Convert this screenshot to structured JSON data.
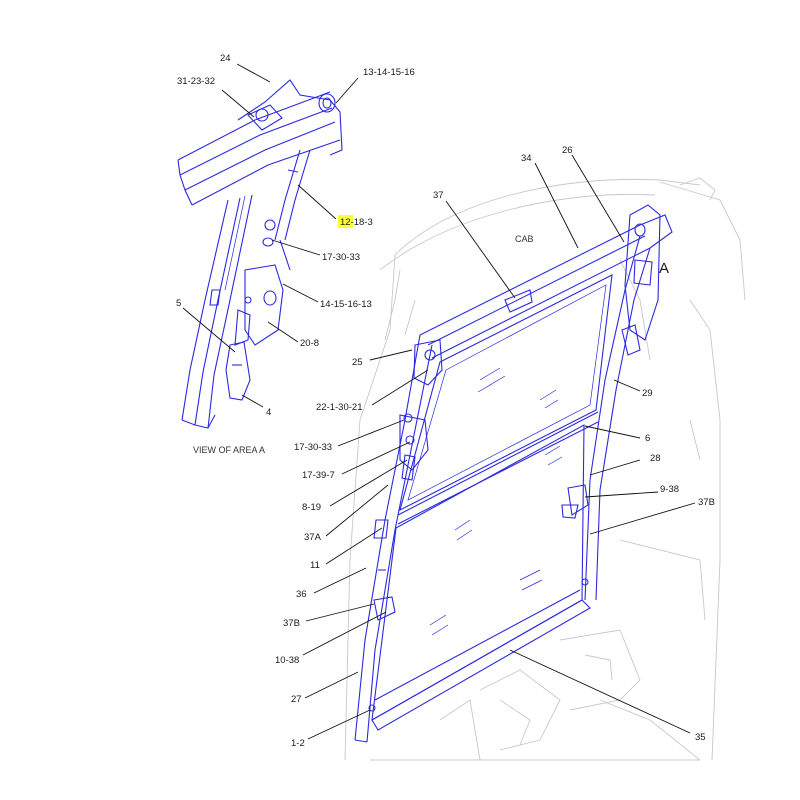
{
  "highlight_color": "#ffff33",
  "line_color": "#2a2ae0",
  "captions": {
    "view_of_area": "VIEW OF AREA A",
    "cab": "CAB",
    "area_marker": "A"
  },
  "callouts": {
    "c24": "24",
    "c31_23_32": "31-23-32",
    "c13_14_15_16": "13-14-15-16",
    "c12_hl": "12",
    "c12_rest": "-18-3",
    "c17_30_33_a": "17-30-33",
    "c14_15_16_13": "14-15-16-13",
    "c5": "5",
    "c20_8": "20-8",
    "c4": "4",
    "c37": "37",
    "c34": "34",
    "c26": "26",
    "c25": "25",
    "c29": "29",
    "c22_1_30_21": "22-1-30-21",
    "c6": "6",
    "c17_30_33_b": "17-30-33",
    "c28": "28",
    "c17_39_7": "17-39-7",
    "c9_38": "9-38",
    "c8_19": "8-19",
    "c37b_right": "37B",
    "c37a": "37A",
    "c11": "11",
    "c36": "36",
    "c37b_left": "37B",
    "c10_38": "10-38",
    "c27": "27",
    "c1_2": "1-2",
    "c35": "35"
  }
}
